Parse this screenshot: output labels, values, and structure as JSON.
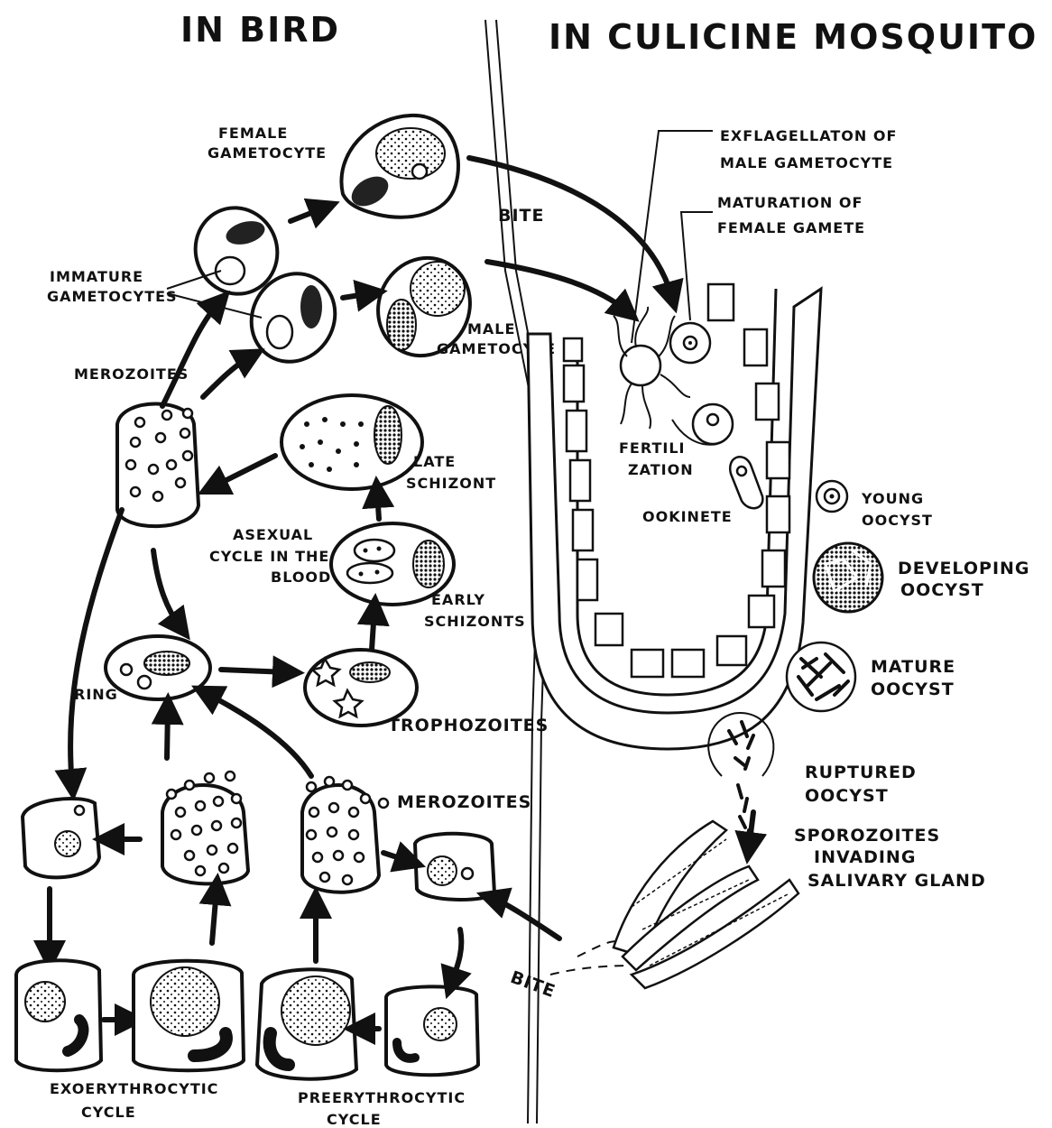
{
  "headings": {
    "left": "IN BIRD",
    "right": "IN CULICINE MOSQUITO"
  },
  "labels": {
    "female_gametocyte_1": "FEMALE",
    "female_gametocyte_2": "GAMETOCYTE",
    "immature_1": "IMMATURE",
    "immature_2": "GAMETOCYTES",
    "male_gametocyte_1": "MALE",
    "male_gametocyte_2": "GAMETOCYTE",
    "merozoites_top": "MEROZOITES",
    "late_schizont_1": "LATE",
    "late_schizont_2": "SCHIZONT",
    "asexual_1": "ASEXUAL",
    "asexual_2": "CYCLE IN THE",
    "asexual_3": "BLOOD",
    "early_schizonts_1": "EARLY",
    "early_schizonts_2": "SCHIZONTS",
    "ring": "RING",
    "trophozoites": "TROPHOZOITES",
    "merozoites_bottom": "MEROZOITES",
    "exo_1": "EXOERYTHROCYTIC",
    "exo_2": "CYCLE",
    "pre_1": "PREERYTHROCYTIC",
    "pre_2": "CYCLE",
    "bite_top": "BITE",
    "bite_bottom": "BITE",
    "exflag_1": "EXFLAGELLATON OF",
    "exflag_2": "MALE GAMETOCYTE",
    "maturation_1": "MATURATION OF",
    "maturation_2": "FEMALE GAMETE",
    "fertil_1": "FERTILI",
    "fertil_2": "ZATION",
    "ookinete": "OOKINETE",
    "young_1": "YOUNG",
    "young_2": "OOCYST",
    "developing_1": "DEVELOPING",
    "developing_2": "OOCYST",
    "mature_1": "MATURE",
    "mature_2": "OOCYST",
    "ruptured_1": "RUPTURED",
    "ruptured_2": "OOCYST",
    "sporo_1": "SPOROZOITES",
    "sporo_2": "INVADING",
    "sporo_3": "SALIVARY GLAND"
  }
}
